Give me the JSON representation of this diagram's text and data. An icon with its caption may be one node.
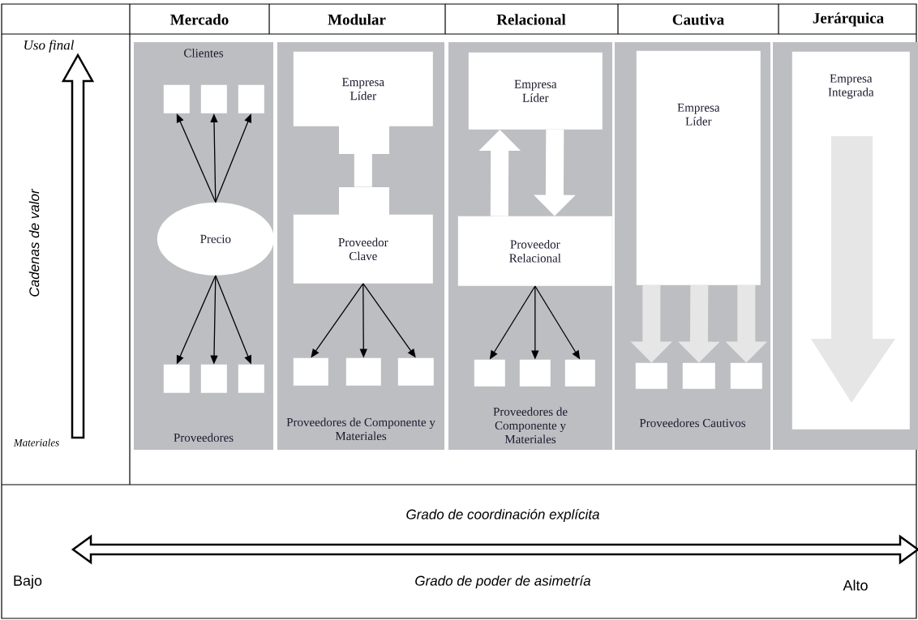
{
  "diagram": {
    "nodes": [
      {
        "text": [
          "Clientes",
          "Proveedores"
        ]
      },
      {
        "text": [],
        "shape": "box",
        "in": 0
      },
      {
        "text": [],
        "shape": "box",
        "in": 0
      },
      {
        "text": [],
        "shape": "box",
        "in": 0
      },
      {
        "text": [
          "Precio"
        ],
        "in": 0
      },
      {
        "text": [],
        "shape": "box",
        "in": 0
      },
      {
        "text": [],
        "shape": "box",
        "in": 0
      },
      {
        "text": [],
        "shape": "box",
        "in": 0
      },
      {
        "text": [
          "Proveedores de Componente y Materiales"
        ]
      },
      {
        "text": [
          "Empresa Líder"
        ],
        "in": 8
      },
      {
        "text": [
          "Proveedor Clave"
        ],
        "in": 8
      },
      {
        "text": [],
        "shape": "box",
        "in": 8
      },
      {
        "text": [],
        "shape": "box",
        "in": 8
      },
      {
        "text": [],
        "shape": "box",
        "in": 8
      },
      {
        "text": [
          "Proveedores de Componente y Materiales"
        ]
      },
      {
        "text": [
          "Empresa Líder"
        ],
        "in": 14
      },
      {
        "text": [
          "Proveedor Relacional"
        ],
        "in": 14
      },
      {
        "text": [],
        "shape": "box",
        "in": 14
      },
      {
        "text": [],
        "shape": "box",
        "in": 14
      },
      {
        "text": [],
        "shape": "box",
        "in": 14
      },
      {
        "text": [
          "Proveedores Cautivos"
        ]
      },
      {
        "text": [
          "Empresa Líder"
        ],
        "in": 20
      },
      {
        "text": [],
        "shape": "box",
        "in": 20
      },
      {
        "text": [],
        "shape": "box",
        "in": 20
      },
      {
        "text": [],
        "shape": "box",
        "in": 20
      },
      {
        "text": [],
        "shape": "box"
      },
      {
        "text": [
          "Empresa Integrada"
        ],
        "in": 25
      }
    ],
    "edges": [
      {
        "from": 4,
        "to": 1,
        "arrow": "to"
      },
      {
        "from": 4,
        "to": 2,
        "arrow": "to"
      },
      {
        "from": 4,
        "to": 3,
        "arrow": "to"
      },
      {
        "from": 4,
        "to": 5,
        "arrow": "to"
      },
      {
        "from": 4,
        "to": 6,
        "arrow": "to"
      },
      {
        "from": 4,
        "to": 7,
        "arrow": "to"
      },
      {
        "from": 9,
        "to": 10,
        "arrow": "none",
        "style": "thick",
        "color": "#ffffff"
      },
      {
        "from": 10,
        "to": 11,
        "arrow": "to"
      },
      {
        "from": 10,
        "to": 12,
        "arrow": "to"
      },
      {
        "from": 10,
        "to": 13,
        "arrow": "to"
      },
      {
        "from": 16,
        "to": 15,
        "arrow": "to",
        "style": "thick",
        "color": "#ffffff"
      },
      {
        "from": 15,
        "to": 16,
        "arrow": "to",
        "style": "thick",
        "color": "#ffffff"
      },
      {
        "from": 16,
        "to": 17,
        "arrow": "to"
      },
      {
        "from": 16,
        "to": 18,
        "arrow": "to"
      },
      {
        "from": 16,
        "to": 19,
        "arrow": "to"
      },
      {
        "from": 21,
        "to": 22,
        "arrow": "to",
        "style": "thick",
        "color": "#e6e6e6"
      },
      {
        "from": 21,
        "to": 23,
        "arrow": "to",
        "style": "thick",
        "color": "#e6e6e6"
      },
      {
        "from": 21,
        "to": 24,
        "arrow": "to",
        "style": "thick",
        "color": "#e6e6e6"
      }
    ],
    "labels": [
      "Mercado",
      "Modular",
      "Relacional",
      "Cautiva",
      "Jerárquica",
      "Uso final",
      "Cadenas de valor",
      "Materiales",
      "Grado de coordinación explícita",
      "Bajo",
      "Grado de poder de asimetría",
      "Alto"
    ]
  }
}
